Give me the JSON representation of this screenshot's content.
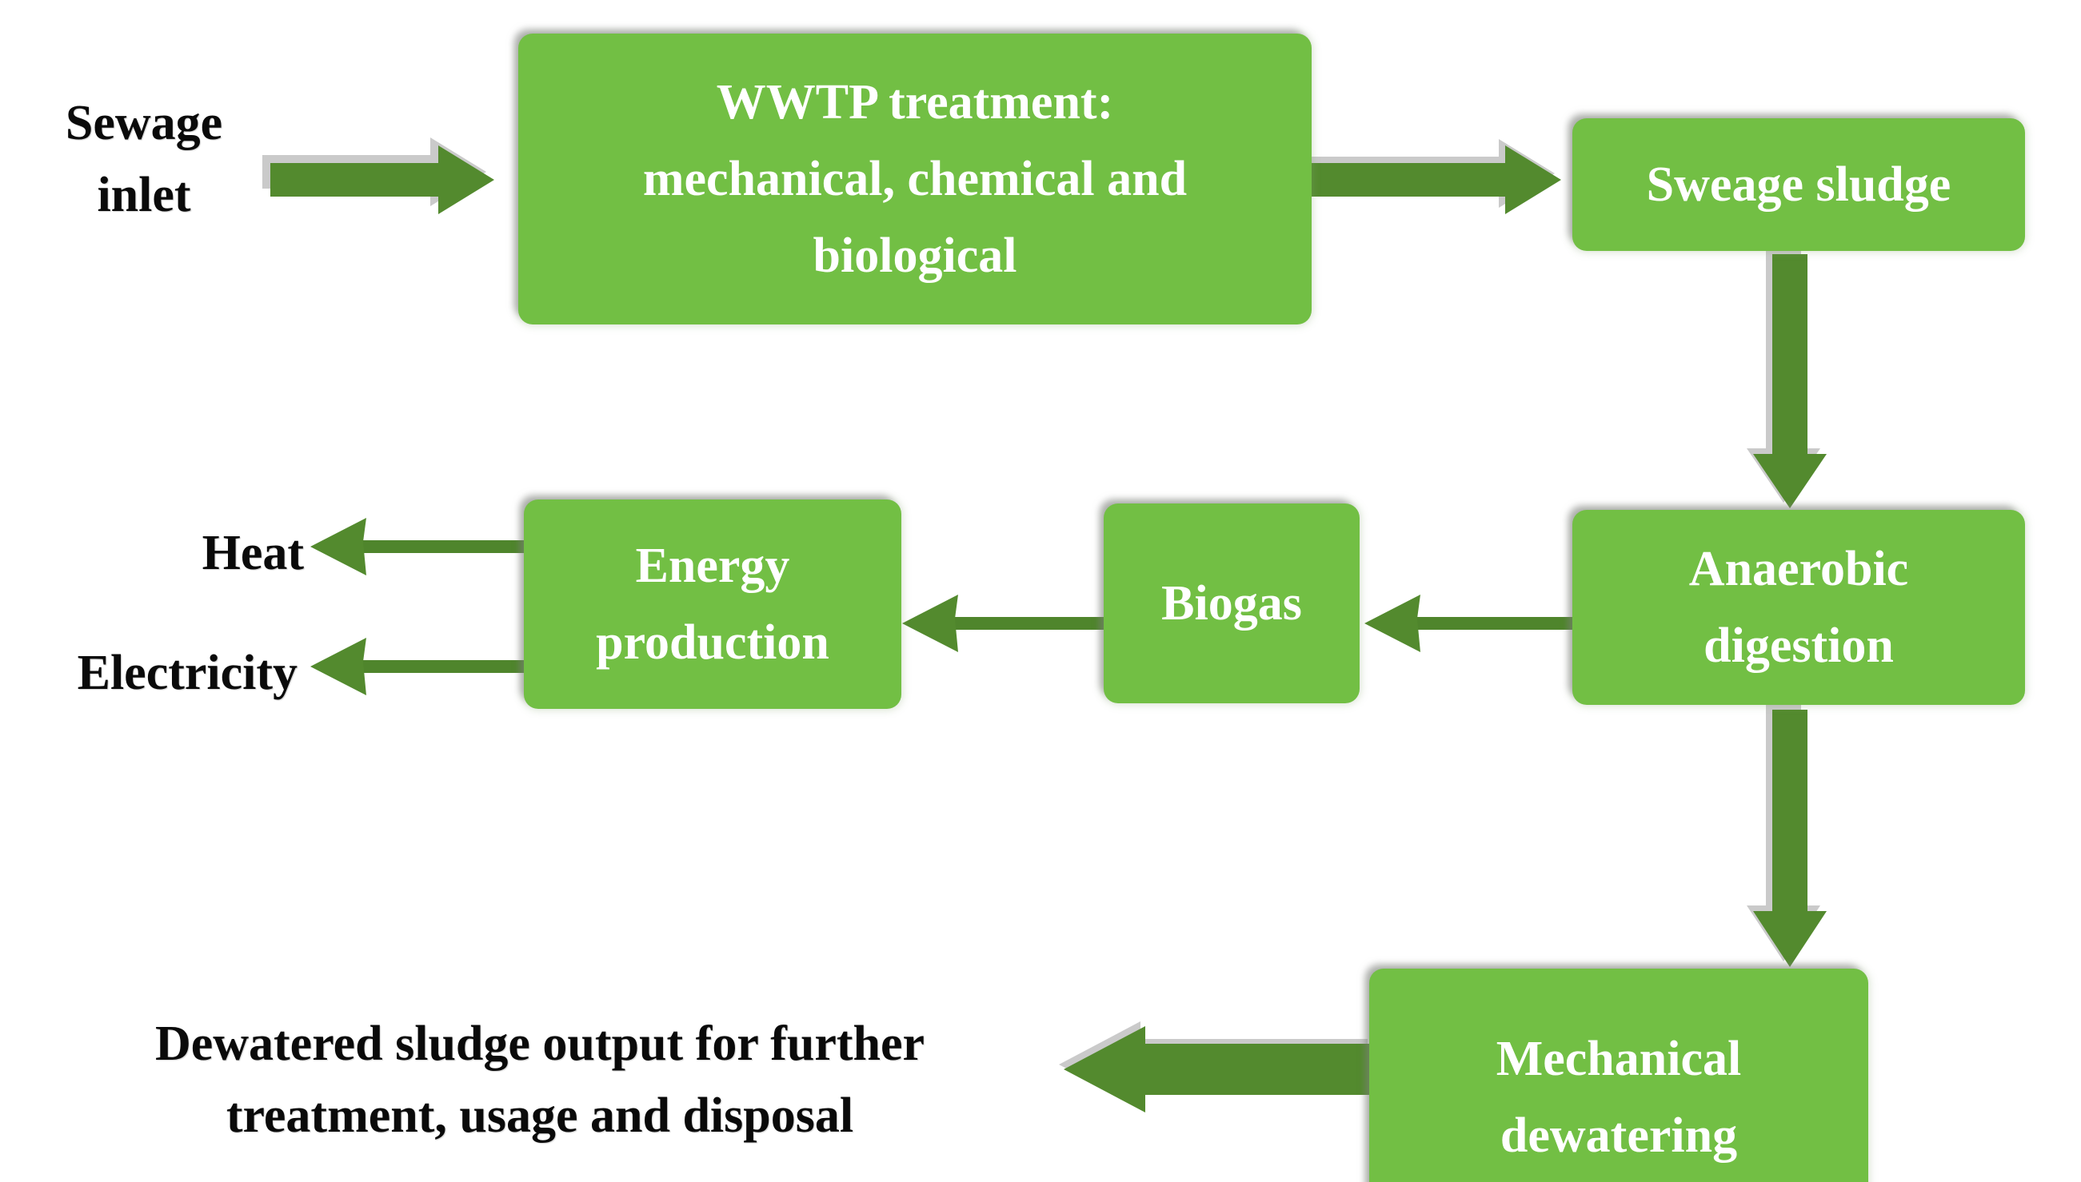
{
  "diagram": {
    "title": "Sewage sludge treatment and energy recovery flowchart",
    "colors": {
      "node_fill": "#72bf44",
      "node_text": "#ffffff",
      "arrow": "#538a2e",
      "label_text": "#0a0a0a",
      "background": "#ffffff"
    }
  },
  "nodes": {
    "wwtp": {
      "line1": "WWTP treatment:",
      "line2": "mechanical, chemical and",
      "line3": "biological"
    },
    "sludge": {
      "line1": "Sweage sludge"
    },
    "anaerobic": {
      "line1": "Anaerobic",
      "line2": "digestion"
    },
    "biogas": {
      "line1": "Biogas"
    },
    "energy": {
      "line1": "Energy",
      "line2": "production"
    },
    "dewatering": {
      "line1": "Mechanical",
      "line2": "dewatering"
    }
  },
  "labels": {
    "sewage_inlet": "Sewage\ninlet",
    "heat": "Heat",
    "electricity": "Electricity",
    "dewatered_output": "Dewatered sludge output for further\ntreatment, usage and disposal"
  },
  "flow": [
    {
      "from": "Sewage inlet",
      "to": "WWTP treatment: mechanical, chemical and biological",
      "style": "block-arrow",
      "direction": "right"
    },
    {
      "from": "WWTP treatment: mechanical, chemical and biological",
      "to": "Sweage sludge",
      "style": "block-arrow",
      "direction": "right"
    },
    {
      "from": "Sweage sludge",
      "to": "Anaerobic digestion",
      "style": "block-arrow",
      "direction": "down"
    },
    {
      "from": "Anaerobic digestion",
      "to": "Biogas",
      "style": "thin-arrow",
      "direction": "left"
    },
    {
      "from": "Biogas",
      "to": "Energy production",
      "style": "thin-arrow",
      "direction": "left"
    },
    {
      "from": "Energy production",
      "to": "Heat",
      "style": "thin-arrow",
      "direction": "left"
    },
    {
      "from": "Energy production",
      "to": "Electricity",
      "style": "thin-arrow",
      "direction": "left"
    },
    {
      "from": "Anaerobic digestion",
      "to": "Mechanical dewatering",
      "style": "block-arrow",
      "direction": "down"
    },
    {
      "from": "Mechanical dewatering",
      "to": "Dewatered sludge output for further treatment, usage and disposal",
      "style": "block-arrow",
      "direction": "left"
    }
  ]
}
